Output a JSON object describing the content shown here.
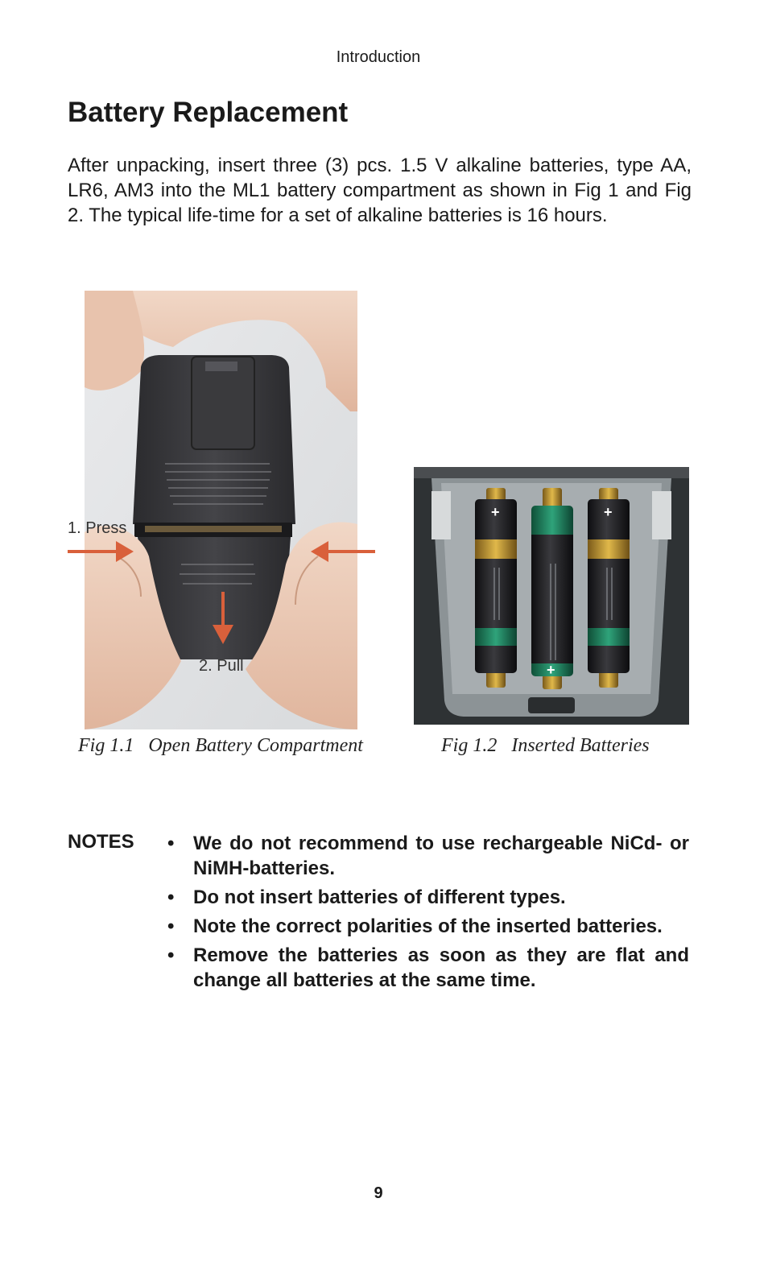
{
  "header": {
    "running_head": "Introduction"
  },
  "section": {
    "title": "Battery Replacement",
    "intro": "After unpacking, insert three (3) pcs. 1.5 V alkaline batteries, type AA, LR6, AM3 into the ML1 battery compartment as shown in Fig 1 and Fig 2. The typical life-time for a set of alkaline batteries is 16 hours."
  },
  "figures": {
    "fig1": {
      "caption": "Fig 1.1   Open Battery Compartment",
      "label_press": "1. Press",
      "label_pull": "2. Pull",
      "arrow_color": "#d9603b"
    },
    "fig2": {
      "caption": "Fig 1.2   Inserted Batteries",
      "battery_plus_symbol": "+"
    }
  },
  "notes": {
    "label": "NOTES",
    "bullet": "•",
    "items": [
      "We do not recommend to use rechargeable NiCd- or NiMH-batteries.",
      "Do not insert batteries of different types.",
      "Note the correct polarities of the inserted batteries.",
      "Remove the batteries as soon as they are flat and change all batteries at the same time."
    ]
  },
  "footer": {
    "page_number": "9"
  }
}
